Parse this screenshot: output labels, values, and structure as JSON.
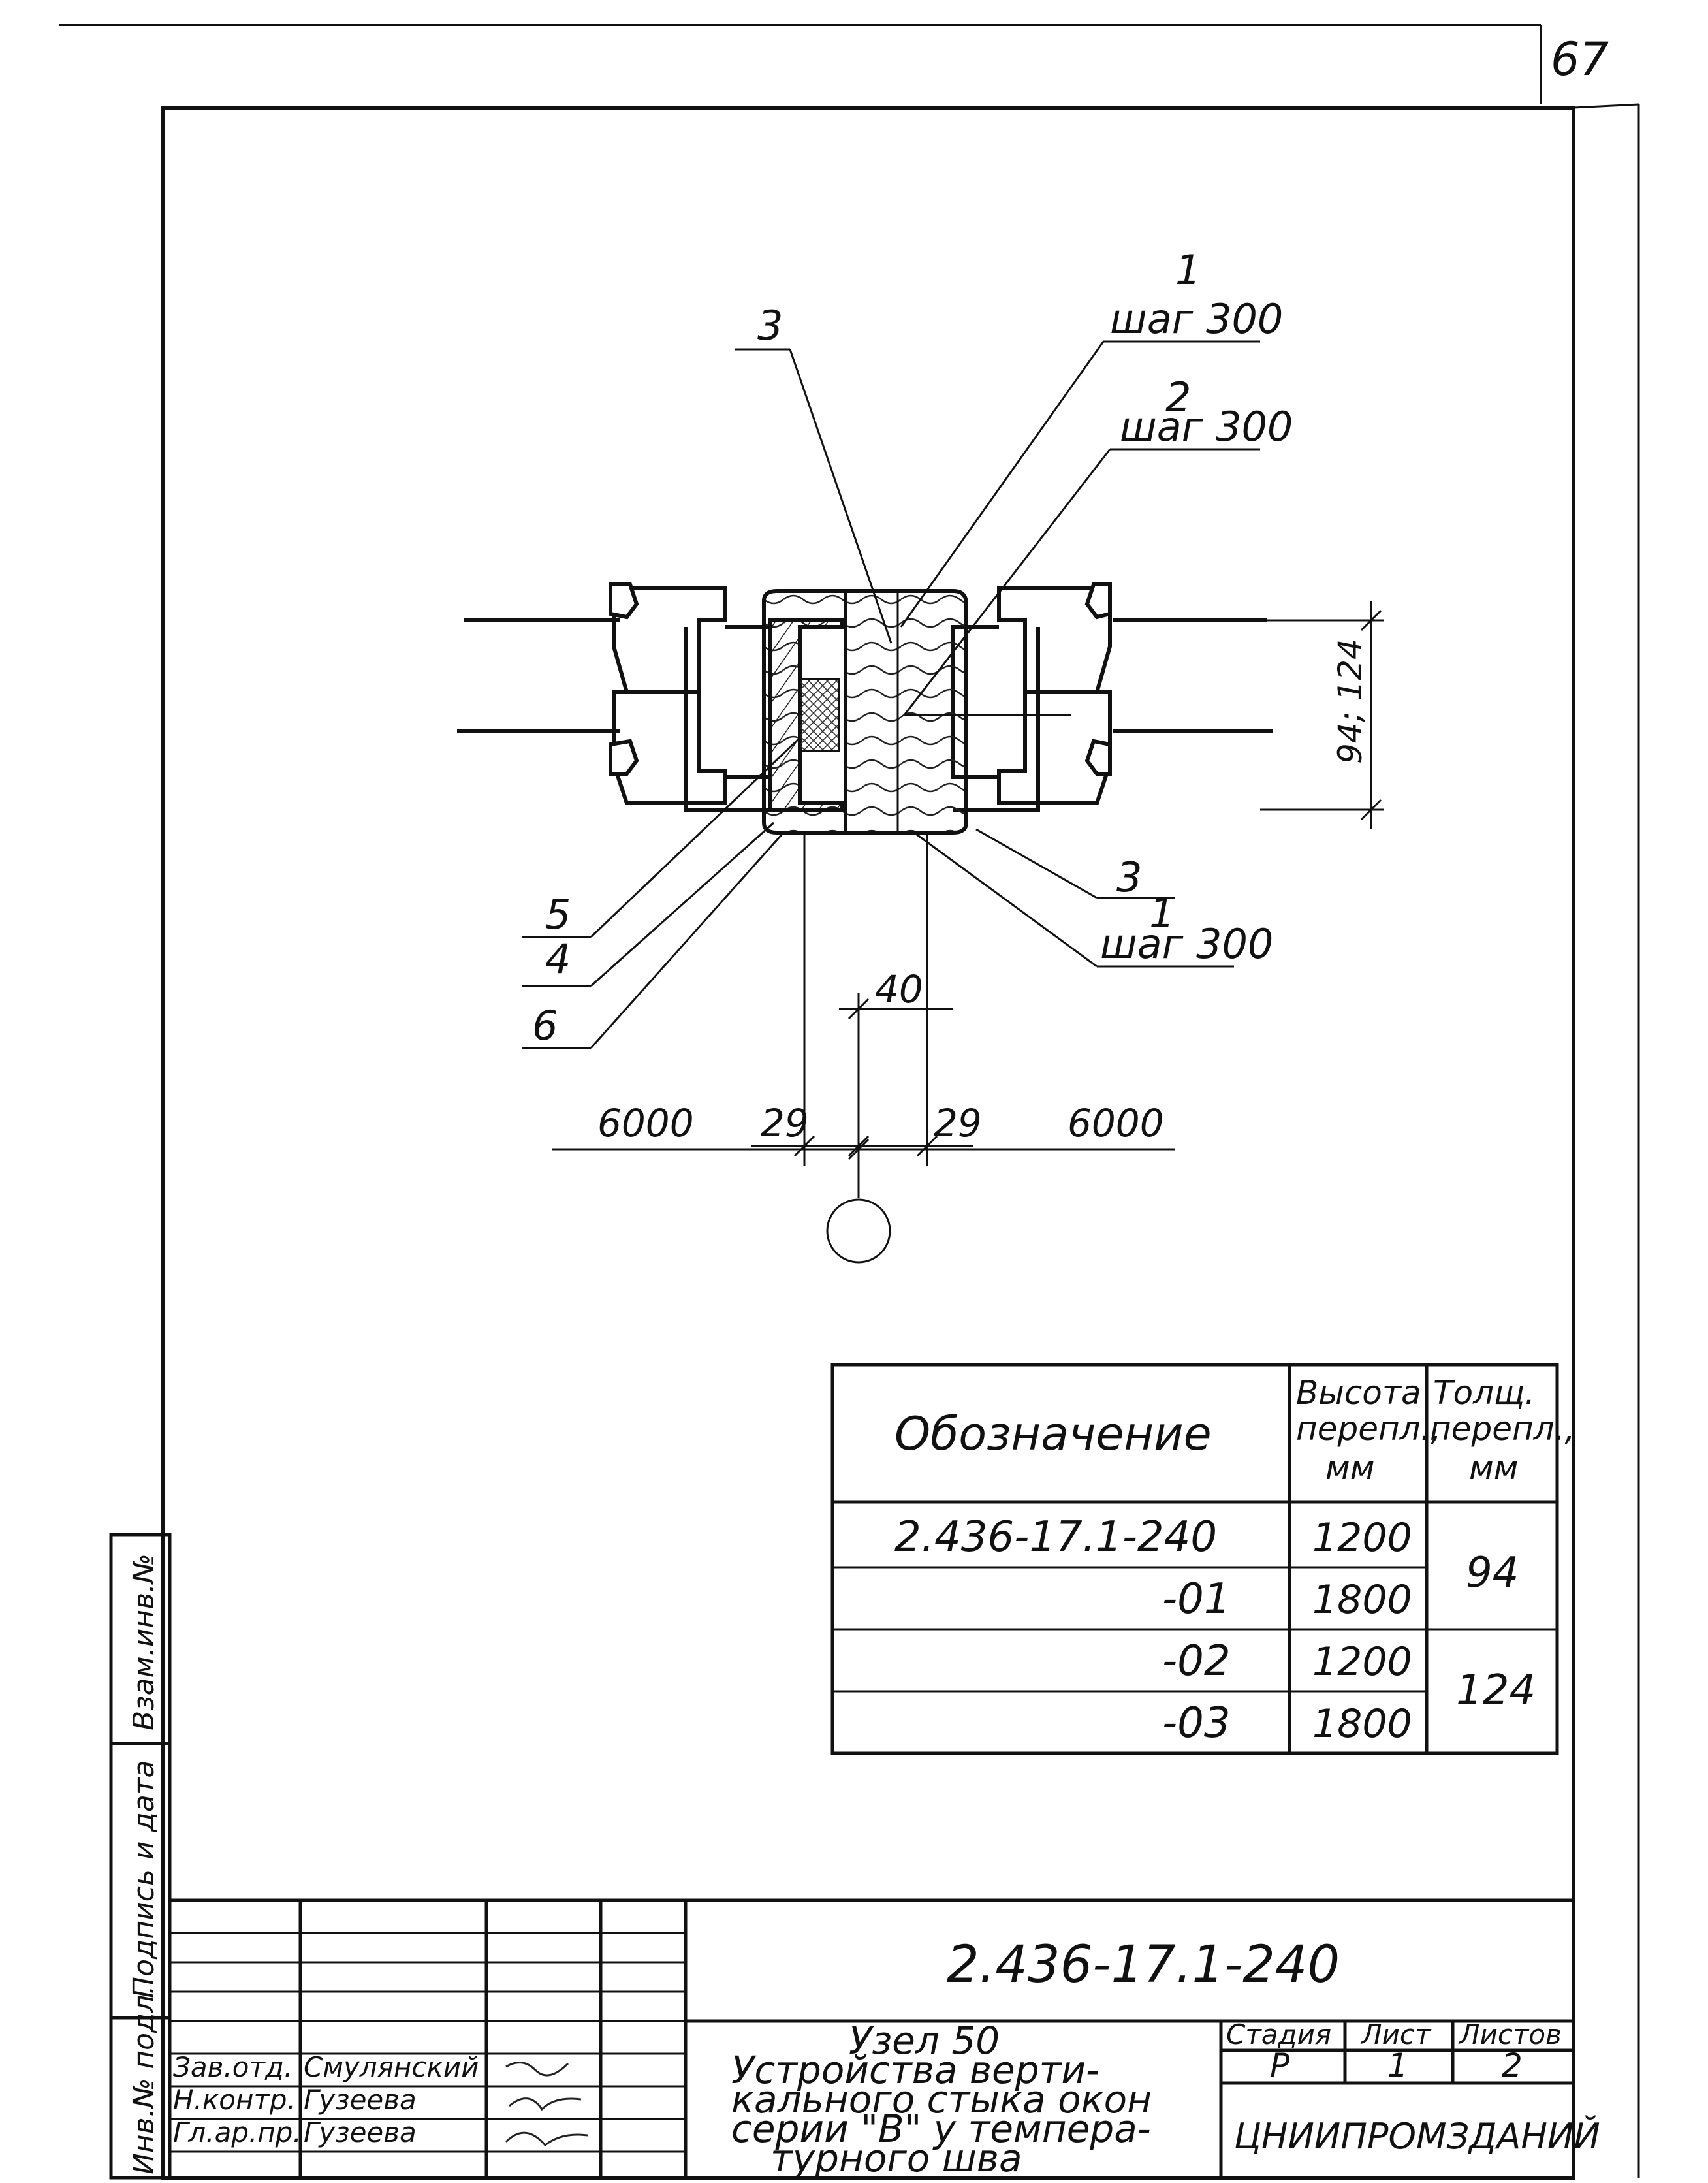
{
  "page_number": "67",
  "callouts": {
    "c1_top": "1",
    "c1_top_step": "шаг 300",
    "c2": "2",
    "c2_step": "шаг 300",
    "c3_top": "3",
    "c3_bottom": "3",
    "c1_bottom": "1",
    "c1_bottom_step": "шаг 300",
    "c5": "5",
    "c4": "4",
    "c6": "6"
  },
  "dimensions": {
    "height_label": "94; 124",
    "gap_40": "40",
    "left_29": "29",
    "right_29": "29",
    "span_left": "6000",
    "span_right": "6000"
  },
  "spec_table": {
    "headers": {
      "designation": "Обозначение",
      "height": [
        "Высота",
        "перепл.,",
        "мм"
      ],
      "thickness": [
        "Толщ.",
        "перепл.,",
        "мм"
      ]
    },
    "rows": [
      {
        "designation": "2.436-17.1-240",
        "height": "1200"
      },
      {
        "designation": "-01",
        "height": "1800"
      },
      {
        "designation": "-02",
        "height": "1200"
      },
      {
        "designation": "-03",
        "height": "1800"
      }
    ],
    "thickness_groups": [
      "94",
      "124"
    ]
  },
  "side_stamp": {
    "inv_replace": "Взам.инв.№",
    "sign_date": "Подпись и дата",
    "inv_orig": "Инв.№ подл."
  },
  "title_block": {
    "code": "2.436-17.1-240",
    "title_lines": [
      "Узел 50",
      "Устройства верти-",
      "кального стыка окон",
      "серии \"В\" у темпера-",
      "турного шва"
    ],
    "stage_label": "Стадия",
    "sheet_label": "Лист",
    "sheets_label": "Листов",
    "stage": "Р",
    "sheet": "1",
    "sheets": "2",
    "organization": "ЦНИИПРОМЗДАНИЙ",
    "roles": [
      {
        "role": "Зав.отд.",
        "name": "Смулянский"
      },
      {
        "role": "Н.контр.",
        "name": "Гузеева"
      },
      {
        "role": "Гл.ар.пр.",
        "name": "Гузеева"
      }
    ]
  }
}
